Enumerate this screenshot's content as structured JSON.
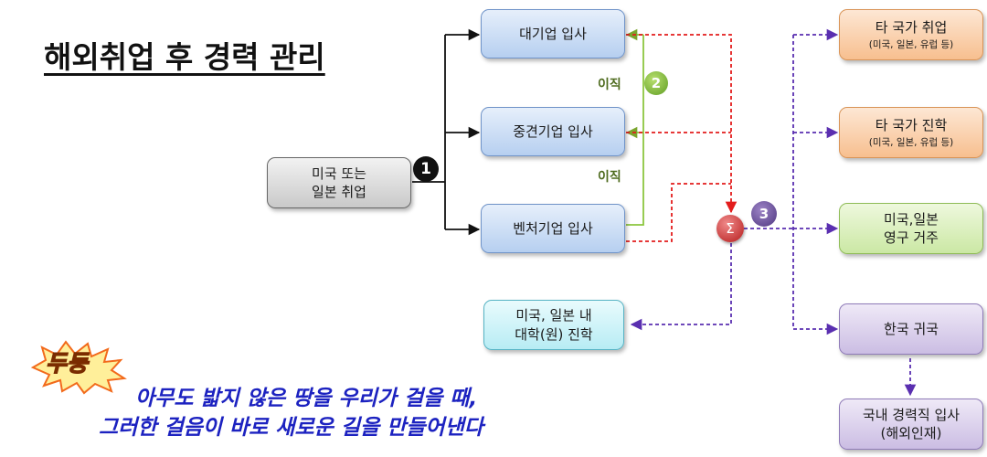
{
  "title": "해외취업 후 경력 관리",
  "start_box": {
    "line1": "미국 또는",
    "line2": "일본 취업"
  },
  "badges": {
    "step1": "1",
    "step2": "2",
    "step3": "3",
    "sum": "Σ"
  },
  "companies": {
    "large": "대기업 입사",
    "mid": "중견기업 입사",
    "venture": "벤처기업 입사"
  },
  "transfer_labels": [
    "이직",
    "이직"
  ],
  "university": {
    "line1": "미국, 일본 내",
    "line2": "대학(원) 진학"
  },
  "outcomes": {
    "other_job": {
      "title": "타 국가 취업",
      "sub": "(미국, 일본, 유럽 등)"
    },
    "other_study": {
      "title": "타 국가 진학",
      "sub": "(미국, 일본, 유럽 등)"
    },
    "residence": {
      "line1": "미국,일본",
      "line2": "영구 거주"
    },
    "return": {
      "title": "한국 귀국"
    },
    "domestic": {
      "line1": "국내 경력직 입사",
      "line2": "(해외인재)"
    }
  },
  "burst_text": "두둥",
  "quote": {
    "line1": "아무도 밟지 않은 땅을 우리가 걸을 때,",
    "line2": "그러한 걸음이 바로 새로운 길을 만들어낸다"
  },
  "colors": {
    "arrow_black": "#111111",
    "transfer_green": "#8cc63f",
    "flow_red": "#e31c1c",
    "outcome_purple": "#5a2fb0",
    "quote_blue": "#1c22c0"
  }
}
